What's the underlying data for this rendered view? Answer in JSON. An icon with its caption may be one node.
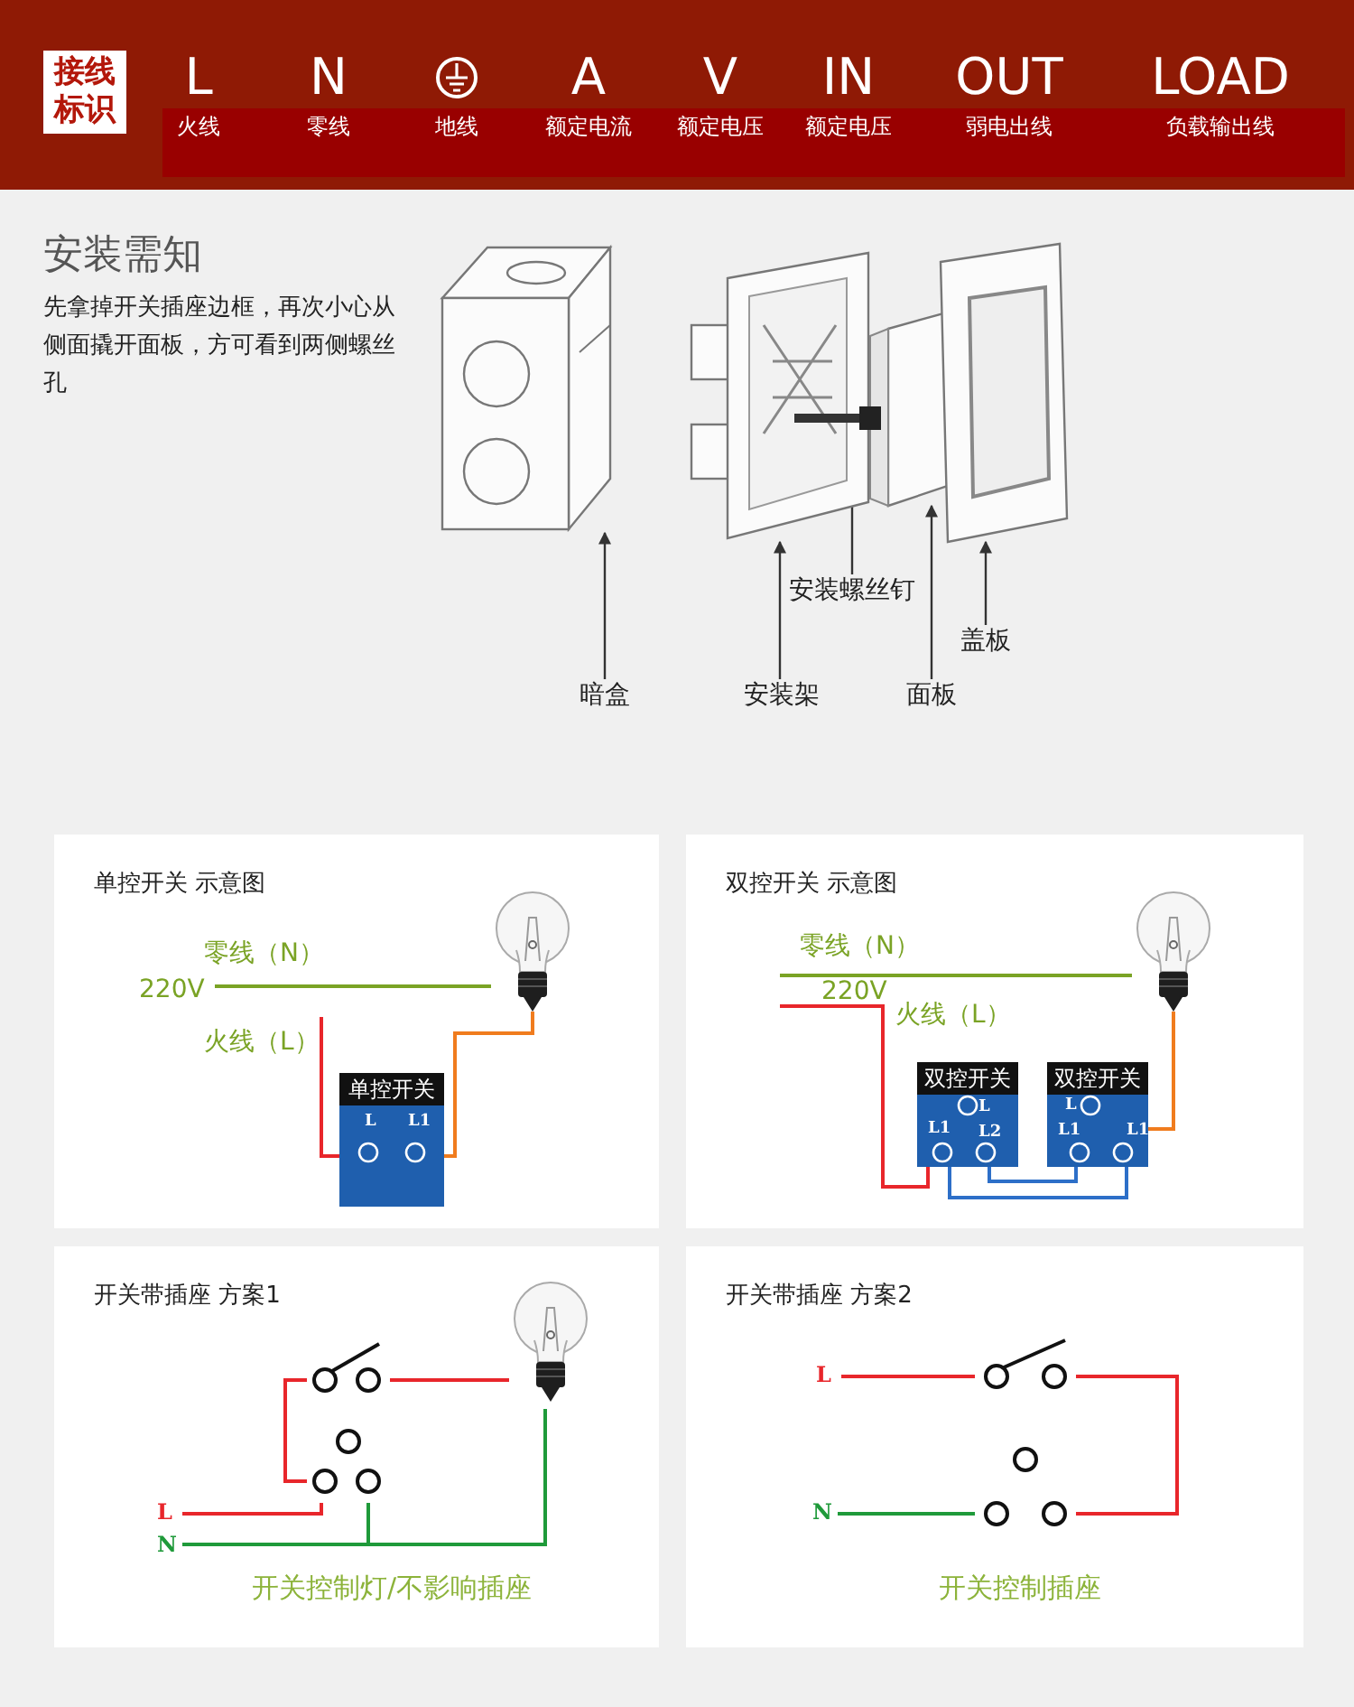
{
  "diagram": {
    "nodes": [
      {
        "text": [],
        "shape": "picture"
      },
      {
        "text": [],
        "shape": "picture"
      },
      {
        "text": [],
        "shape": "picture"
      },
      {
        "text": [],
        "shape": "picture"
      },
      {
        "text": [],
        "shape": "picture"
      },
      {
        "text": [
          "安装螺丝钉"
        ]
      },
      {
        "text": [
          "盖板"
        ]
      },
      {
        "text": [
          "暗盒"
        ]
      },
      {
        "text": [
          "安装架"
        ]
      },
      {
        "text": [
          "面板"
        ]
      },
      {
        "text": [
          "单控开关 示意图"
        ]
      },
      {
        "text": [],
        "shape": "picture",
        "in": 10
      },
      {
        "text": [
          "单控开关",
          "L",
          "L1"
        ],
        "in": 10
      },
      {
        "text": [
          "双控开关 示意图"
        ]
      },
      {
        "text": [],
        "shape": "picture",
        "in": 13
      },
      {
        "text": [
          "双控开关",
          "L",
          "L1",
          "L2"
        ],
        "in": 13
      },
      {
        "text": [
          "双控开关",
          "L",
          "L1",
          "L1"
        ],
        "in": 13
      },
      {
        "text": [
          "开关带插座 方案1"
        ]
      },
      {
        "text": [],
        "shape": "switch",
        "in": 17
      },
      {
        "text": [],
        "shape": "picture",
        "in": 17
      },
      {
        "text": [],
        "shape": "socket",
        "in": 17
      },
      {
        "text": [
          "开关带插座 方案2"
        ]
      },
      {
        "text": [],
        "shape": "switch",
        "in": 21
      },
      {
        "text": [],
        "shape": "socket",
        "in": 21
      },
      {
        "text": [
          "220V"
        ],
        "in": 10
      },
      {
        "text": [
          "L"
        ],
        "in": 17
      },
      {
        "text": [
          "N"
        ],
        "in": 17
      },
      {
        "text": [
          "L"
        ],
        "in": 21
      },
      {
        "text": [
          "N"
        ],
        "in": 21
      }
    ],
    "edges": [
      {
        "from": 5,
        "to": 2,
        "arrow": "to",
        "color": "#333333"
      },
      {
        "from": 6,
        "to": 4,
        "arrow": "to",
        "color": "#333333"
      },
      {
        "from": 7,
        "to": 0,
        "arrow": "to",
        "color": "#333333"
      },
      {
        "from": 8,
        "to": 1,
        "arrow": "to",
        "color": "#333333"
      },
      {
        "from": 9,
        "to": 3,
        "arrow": "to",
        "color": "#333333"
      },
      {
        "from": 24,
        "to": 11,
        "arrow": "none",
        "color": "#7aa325"
      },
      {
        "from": null,
        "to": 12,
        "arrow": "none",
        "color": "#e8262b"
      },
      {
        "from": 12,
        "to": 11,
        "arrow": "none",
        "color": "#f07c1e"
      },
      {
        "from": null,
        "to": 14,
        "arrow": "none",
        "color": "#7aa325"
      },
      {
        "from": null,
        "to": 15,
        "arrow": "none",
        "color": "#e8262b"
      },
      {
        "from": 15,
        "to": 16,
        "arrow": "none",
        "color": "#2d6fc8"
      },
      {
        "from": 15,
        "to": 16,
        "arrow": "none",
        "color": "#2d6fc8"
      },
      {
        "from": 16,
        "to": 14,
        "arrow": "none",
        "color": "#f07c1e"
      },
      {
        "from": 25,
        "to": 20,
        "arrow": "none",
        "color": "#e8262b"
      },
      {
        "from": 20,
        "to": 18,
        "arrow": "none",
        "color": "#e8262b"
      },
      {
        "from": 18,
        "to": 19,
        "arrow": "none",
        "color": "#e8262b"
      },
      {
        "from": 26,
        "to": 19,
        "arrow": "none",
        "color": "#1f9a3a"
      },
      {
        "from": 26,
        "to": 20,
        "arrow": "none",
        "color": "#1f9a3a"
      },
      {
        "from": 27,
        "to": 22,
        "arrow": "none",
        "color": "#e8262b"
      },
      {
        "from": 22,
        "to": 23,
        "arrow": "none",
        "color": "#e8262b"
      },
      {
        "from": 28,
        "to": 23,
        "arrow": "none",
        "color": "#1f9a3a"
      }
    ],
    "labels": [
      "接线标识",
      "L",
      "N",
      "A",
      "V",
      "IN",
      "OUT",
      "LOAD",
      "火线",
      "零线",
      "地线",
      "额定电流",
      "额定电压",
      "额定电压",
      "弱电出线",
      "负载输出线",
      "安装需知",
      "先拿掉开关插座边框，再次小心从侧面撬开面板，方可看到两侧螺丝孔",
      "零线（N）",
      "火线（L）",
      "零线（N）",
      "220V",
      "火线（L）",
      "开关控制灯/不影响插座",
      "开关控制插座"
    ]
  }
}
